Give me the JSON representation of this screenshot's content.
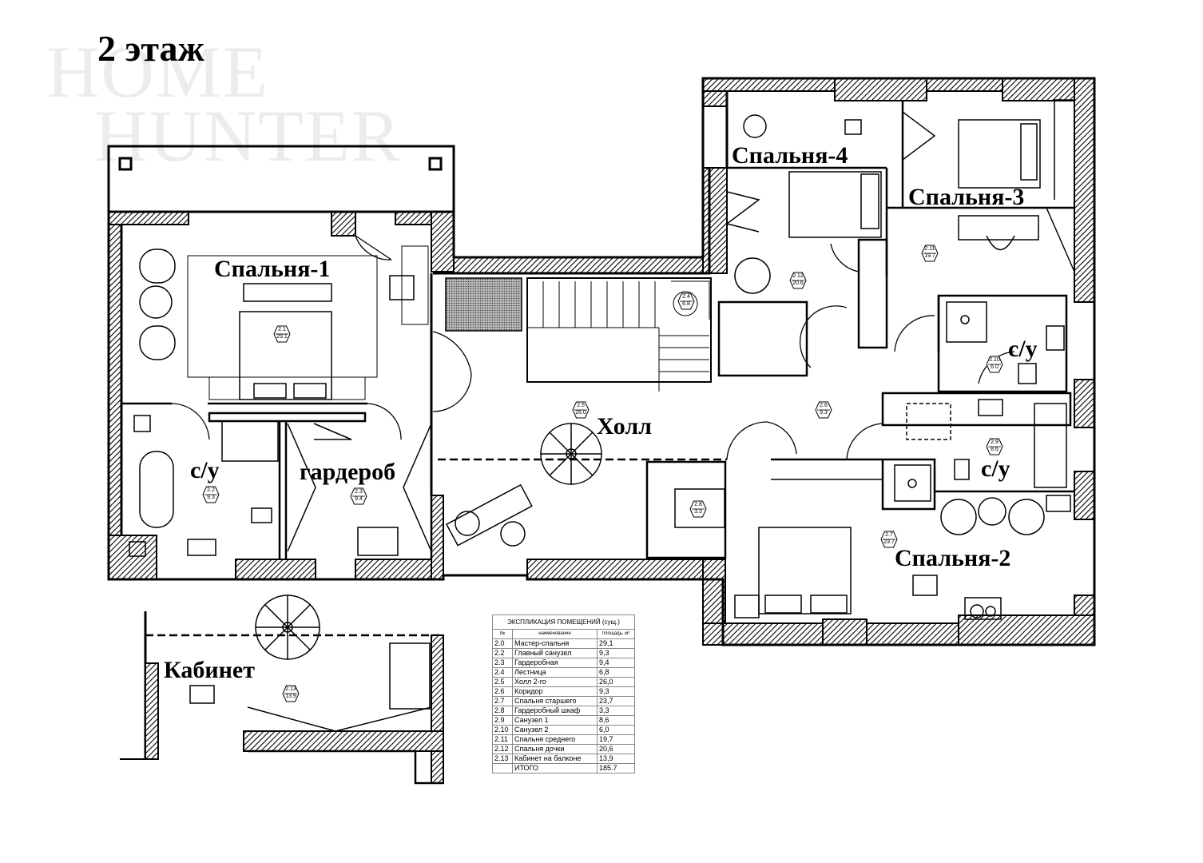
{
  "title": "2 этаж",
  "watermark": {
    "line1": "HOME",
    "line2": "HUNTER"
  },
  "rooms": [
    {
      "label": "Спальня-1"
    },
    {
      "label": "с/у"
    },
    {
      "label": "гардероб"
    },
    {
      "label": "Холл"
    },
    {
      "label": "Спальня-4"
    },
    {
      "label": "Спальня-3"
    },
    {
      "label": "с/у"
    },
    {
      "label": "с/у"
    },
    {
      "label": "Спальня-2"
    },
    {
      "label": "Кабинет"
    }
  ],
  "markers": [
    {
      "code": "2.1",
      "area": "29.1"
    },
    {
      "code": "2.2",
      "area": "9.3"
    },
    {
      "code": "2.3",
      "area": "9.4"
    },
    {
      "code": "2.4",
      "area": "6.8"
    },
    {
      "code": "2.5",
      "area": "26.0"
    },
    {
      "code": "2.6",
      "area": "9.3"
    },
    {
      "code": "2.7",
      "area": "23.7"
    },
    {
      "code": "2.8",
      "area": "3.3"
    },
    {
      "code": "2.9",
      "area": "8.6"
    },
    {
      "code": "2.10",
      "area": "6.0"
    },
    {
      "code": "2.11",
      "area": "19.7"
    },
    {
      "code": "2.12",
      "area": "20.6"
    },
    {
      "code": "2.13",
      "area": "13.9"
    }
  ],
  "explication": {
    "caption": "ЭКСПЛИКАЦИЯ ПОМЕЩЕНИЙ (сущ.)",
    "headers": {
      "num": "№",
      "name": "наименование",
      "area": "площадь, м²"
    },
    "rows": [
      {
        "num": "2.0",
        "name": "Мастер-спальня",
        "area": "29,1"
      },
      {
        "num": "2.2",
        "name": "Главный санузел",
        "area": "9,3"
      },
      {
        "num": "2.3",
        "name": "Гардеробная",
        "area": "9,4"
      },
      {
        "num": "2.4",
        "name": "Лестница",
        "area": "6,8"
      },
      {
        "num": "2.5",
        "name": "Холл 2-го",
        "area": "26,0"
      },
      {
        "num": "2.6",
        "name": "Коридор",
        "area": "9,3"
      },
      {
        "num": "2.7",
        "name": "Спальня старшего",
        "area": "23,7"
      },
      {
        "num": "2.8",
        "name": "Гардеробный шкаф",
        "area": "3,3"
      },
      {
        "num": "2.9",
        "name": "Санузел 1",
        "area": "8,6"
      },
      {
        "num": "2.10",
        "name": "Санузел 2",
        "area": "6,0"
      },
      {
        "num": "2.11",
        "name": "Спальня среднего",
        "area": "19,7"
      },
      {
        "num": "2.12",
        "name": "Спальня дочки",
        "area": "20,6"
      },
      {
        "num": "2.13",
        "name": "Кабинет на балконе",
        "area": "13,9"
      }
    ],
    "total": {
      "num": "",
      "name": "ИТОГО",
      "area": "185.7"
    }
  }
}
